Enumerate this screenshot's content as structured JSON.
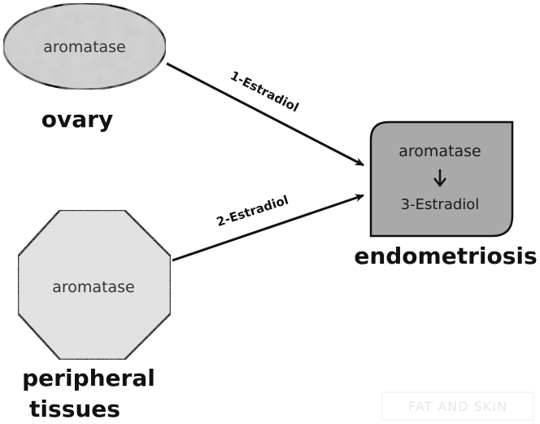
{
  "ovary": {
    "enzyme": "aromatase",
    "label": "ovary"
  },
  "peripheral": {
    "enzyme": "aromatase",
    "label_line1": "peripheral",
    "label_line2": "tissues"
  },
  "endometriosis": {
    "enzyme": "aromatase",
    "product": "3-Estradiol",
    "label": "endometriosis"
  },
  "edges": {
    "ovary_to_endometriosis": "1-Estradiol",
    "peripheral_to_endometriosis": "2-Estradiol"
  },
  "watermark": {
    "text": "FAT AND SKIN"
  },
  "colors": {
    "ovary_fill": "#d2d2d2",
    "peripheral_fill": "#e4e4e4",
    "endometriosis_fill": "#a9a9a9",
    "stroke": "#111111"
  }
}
